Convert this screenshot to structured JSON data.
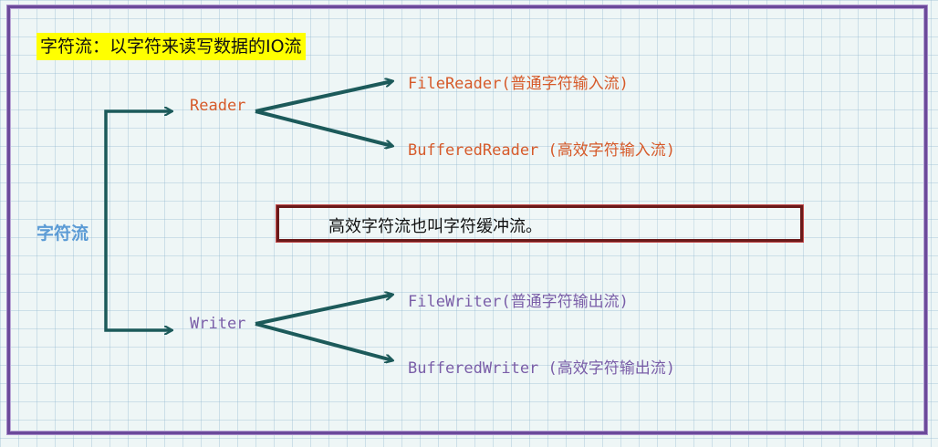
{
  "title": "字符流：以字符来读写数据的IO流",
  "root": "字符流",
  "reader": {
    "label": "Reader",
    "children": [
      "FileReader(普通字符输入流)",
      "BufferedReader (高效字符输入流)"
    ]
  },
  "writer": {
    "label": "Writer",
    "children": [
      "FileWriter(普通字符输出流)",
      "BufferedWriter (高效字符输出流)"
    ]
  },
  "note": "高效字符流也叫字符缓冲流。",
  "colors": {
    "reader": "#d65a2a",
    "writer": "#7a5ea8",
    "root": "#5b9bd5",
    "arrow": "#1c5a5a",
    "title_bg": "#ffff00"
  }
}
